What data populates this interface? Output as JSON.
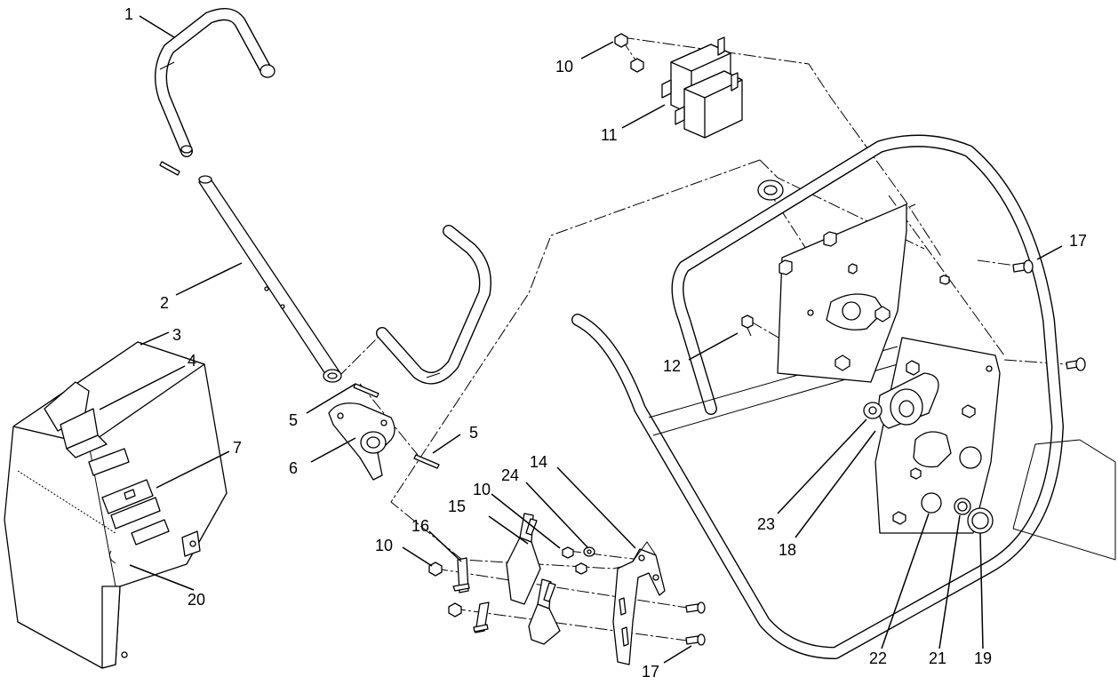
{
  "callouts": [
    {
      "id": "c1",
      "label": "1"
    },
    {
      "id": "c2",
      "label": "2"
    },
    {
      "id": "c3",
      "label": "3"
    },
    {
      "id": "c4",
      "label": "4"
    },
    {
      "id": "c5a",
      "label": "5"
    },
    {
      "id": "c5b",
      "label": "5"
    },
    {
      "id": "c6",
      "label": "6"
    },
    {
      "id": "c7",
      "label": "7"
    },
    {
      "id": "c10a",
      "label": "10"
    },
    {
      "id": "c10b",
      "label": "10"
    },
    {
      "id": "c10c",
      "label": "10"
    },
    {
      "id": "c11",
      "label": "11"
    },
    {
      "id": "c12",
      "label": "12"
    },
    {
      "id": "c14",
      "label": "14"
    },
    {
      "id": "c15",
      "label": "15"
    },
    {
      "id": "c16",
      "label": "16"
    },
    {
      "id": "c17a",
      "label": "17"
    },
    {
      "id": "c17b",
      "label": "17"
    },
    {
      "id": "c18",
      "label": "18"
    },
    {
      "id": "c19",
      "label": "19"
    },
    {
      "id": "c20",
      "label": "20"
    },
    {
      "id": "c21",
      "label": "21"
    },
    {
      "id": "c22",
      "label": "22"
    },
    {
      "id": "c23",
      "label": "23"
    },
    {
      "id": "c24",
      "label": "24"
    }
  ]
}
